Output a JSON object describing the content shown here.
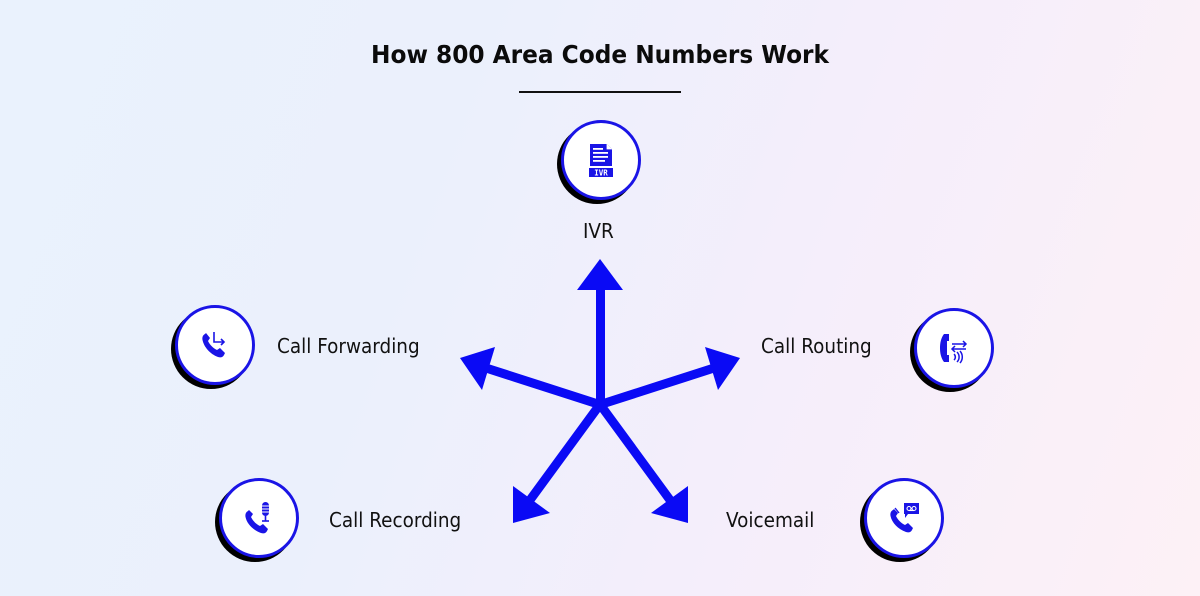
{
  "title": "How 800 Area Code Numbers Work",
  "accent_color": "#1a14e6",
  "nodes": [
    {
      "id": "ivr",
      "label": "IVR",
      "icon": "ivr-document-icon"
    },
    {
      "id": "call-forwarding",
      "label": "Call Forwarding",
      "icon": "phone-forward-icon"
    },
    {
      "id": "call-routing",
      "label": "Call Routing",
      "icon": "phone-routing-icon"
    },
    {
      "id": "call-recording",
      "label": "Call Recording",
      "icon": "phone-microphone-icon"
    },
    {
      "id": "voicemail",
      "label": "Voicemail",
      "icon": "phone-voicemail-icon"
    }
  ],
  "ivr_icon_text": "IVR"
}
